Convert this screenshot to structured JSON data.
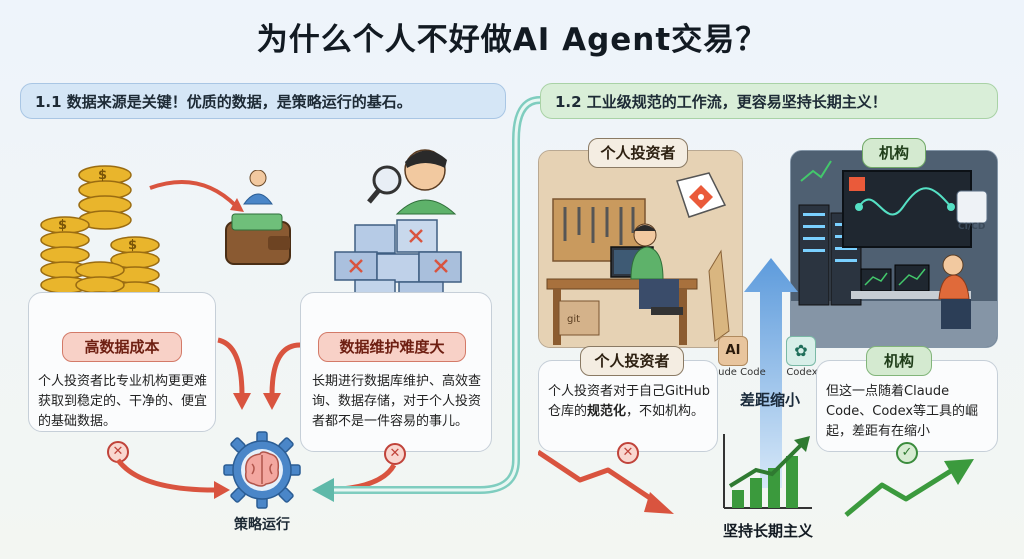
{
  "title": "为什么个人不好做AI Agent交易？",
  "left": {
    "heading": "1.1 数据来源是关键！优质的数据，是策略运行的基石。",
    "cost": {
      "tag": "高数据成本",
      "text": "个人投资者比专业机构更更难获取到稳定的、干净的、便宜的基础数据。"
    },
    "maintenance": {
      "tag": "数据维护难度大",
      "text": "长期进行数据库维护、高效查询、数据存储，对于个人投资者都不是一件容易的事儿。"
    },
    "hub_label": "策略运行",
    "coin_symbol": "$"
  },
  "right": {
    "heading": "1.2 工业级规范的工作流，更容易坚持长期主义！",
    "individual": {
      "scene_label": "个人投资者",
      "tag": "个人投资者",
      "text_before": "个人投资者对于自己GitHub仓库的",
      "text_strong": "规范化",
      "text_after": "，不如机构。",
      "bucket_label": "git"
    },
    "institution": {
      "scene_label": "机构",
      "tag": "机构",
      "text": "但这一点随着Claude Code、Codex等工具的崛起，差距有在缩小",
      "cicd_label": "CI/CD"
    },
    "tools": [
      {
        "name": "Claude Code",
        "logo": "AI"
      },
      {
        "name": "Codex",
        "logo": "✿"
      }
    ],
    "gap_label": "差距缩小",
    "longterm_label": "坚持长期主义"
  },
  "colors": {
    "red": "#d9543f",
    "green": "#3b9a3d",
    "blue": "#4a86c8",
    "teal": "#4fb5a5"
  }
}
